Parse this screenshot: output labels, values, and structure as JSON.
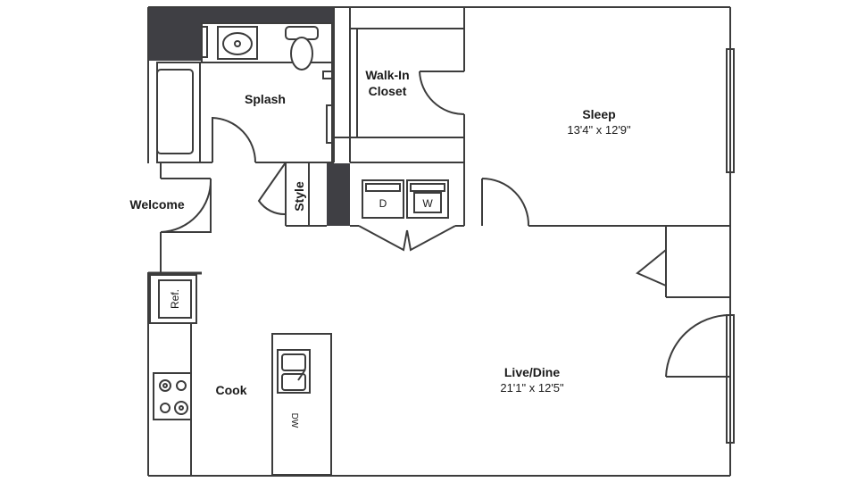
{
  "rooms": {
    "sleep": {
      "name": "Sleep",
      "dimensions": "13'4\" x 12'9\""
    },
    "live_dine": {
      "name": "Live/Dine",
      "dimensions": "21'1\" x 12'5\""
    },
    "walk_in_closet": {
      "name_line1": "Walk-In",
      "name_line2": "Closet"
    },
    "splash": {
      "name": "Splash"
    },
    "welcome": {
      "name": "Welcome"
    },
    "cook": {
      "name": "Cook"
    },
    "style": {
      "name": "Style"
    }
  },
  "appliances": {
    "dryer": "D",
    "washer": "W",
    "refrigerator": "Ref.",
    "dishwasher": "DW"
  },
  "colors": {
    "wall": "#3f3f44",
    "line": "#3c3c3c",
    "background": "#ffffff"
  }
}
